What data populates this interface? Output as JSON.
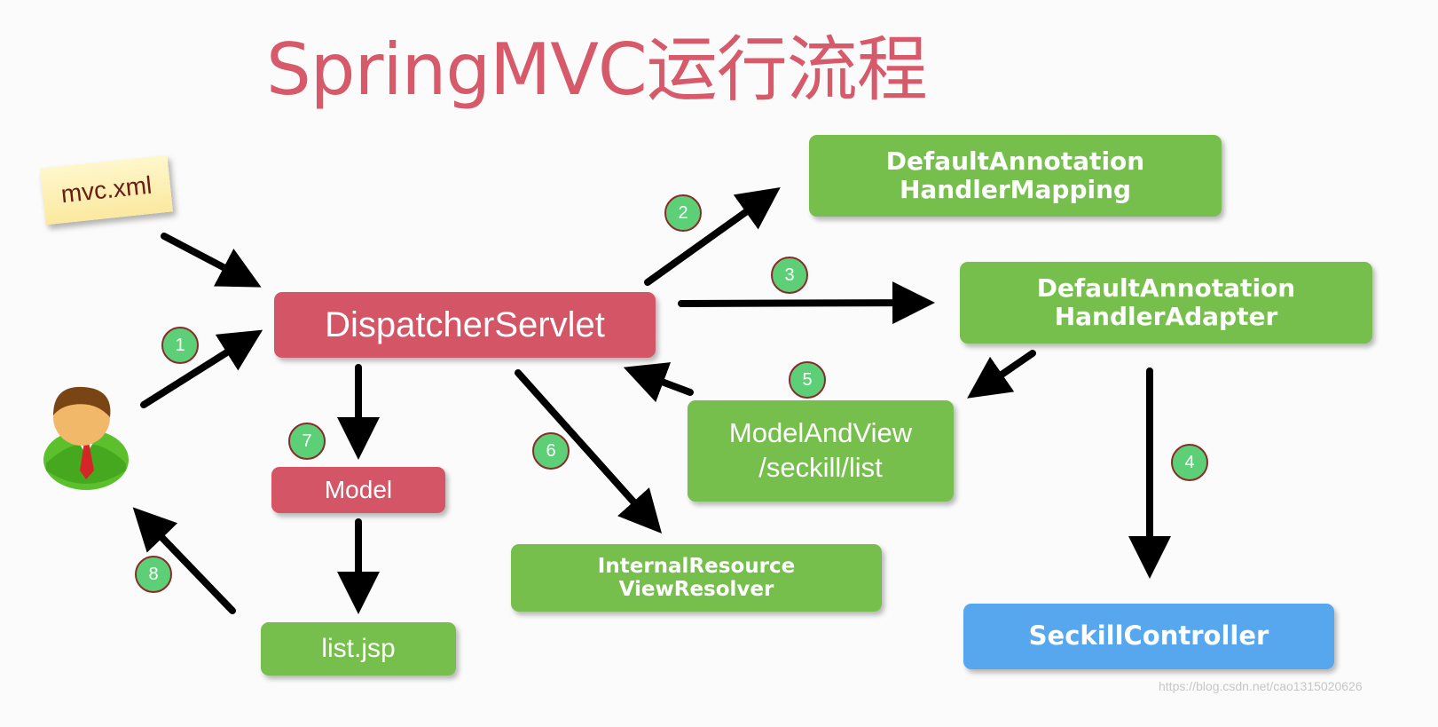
{
  "title": "SpringMVC运行流程",
  "config_note": "mvc.xml",
  "nodes": {
    "dispatcher": "DispatcherServlet",
    "mapping": [
      "DefaultAnnotation",
      "HandlerMapping"
    ],
    "adapter": [
      "DefaultAnnotation",
      "HandlerAdapter"
    ],
    "model_and_view": [
      "ModelAndView",
      "/seckill/list"
    ],
    "view_resolver": [
      "InternalResource",
      "ViewResolver"
    ],
    "model": "Model",
    "jsp": "list.jsp",
    "controller": "SeckillController"
  },
  "steps": [
    "1",
    "2",
    "3",
    "4",
    "5",
    "6",
    "7",
    "8"
  ],
  "user_icon": "user-icon",
  "colors": {
    "title": "#d65a6a",
    "red_box": "#d45566",
    "green_box": "#76bf4c",
    "blue_box": "#56a7ee",
    "badge": "#5ccf77"
  },
  "watermark": "https://blog.csdn.net/cao1315020626"
}
